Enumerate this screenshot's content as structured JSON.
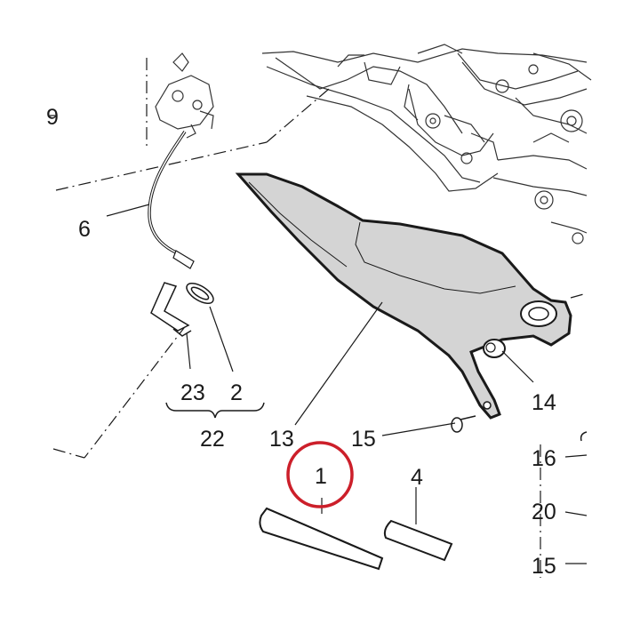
{
  "diagram": {
    "labels": {
      "p1": "1",
      "p2": "2",
      "p4": "4",
      "p6": "6",
      "p13": "13",
      "p14": "14",
      "p15": "15",
      "p15b": "15",
      "p16": "16",
      "p20": "20",
      "p22": "22",
      "p23": "23",
      "edge9": "9"
    },
    "colors": {
      "highlight_circle": "#cc1f2a",
      "cover_fill": "#d4d4d4",
      "line": "#1a1a1a"
    }
  }
}
